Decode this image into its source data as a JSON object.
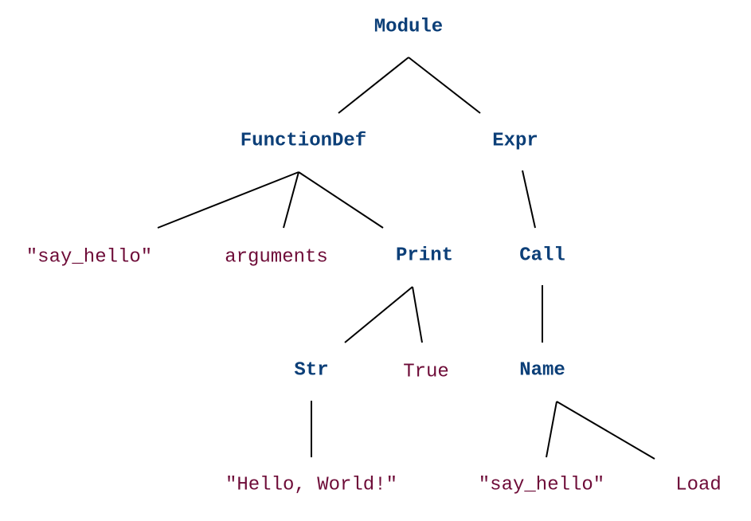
{
  "tree": {
    "nodes": [
      {
        "id": "module",
        "label": "Module",
        "kind": "ast"
      },
      {
        "id": "functiondef",
        "label": "FunctionDef",
        "kind": "ast"
      },
      {
        "id": "expr",
        "label": "Expr",
        "kind": "ast"
      },
      {
        "id": "say-hello-str",
        "label": "\"say_hello\"",
        "kind": "value"
      },
      {
        "id": "arguments",
        "label": "arguments",
        "kind": "value"
      },
      {
        "id": "print",
        "label": "Print",
        "kind": "ast"
      },
      {
        "id": "call",
        "label": "Call",
        "kind": "ast"
      },
      {
        "id": "str",
        "label": "Str",
        "kind": "ast"
      },
      {
        "id": "true",
        "label": "True",
        "kind": "value"
      },
      {
        "id": "name",
        "label": "Name",
        "kind": "ast"
      },
      {
        "id": "hello-world",
        "label": "\"Hello, World!\"",
        "kind": "value"
      },
      {
        "id": "say-hello-id",
        "label": "\"say_hello\"",
        "kind": "value"
      },
      {
        "id": "load",
        "label": "Load",
        "kind": "value"
      }
    ],
    "edges": [
      {
        "from": "module",
        "to": "functiondef"
      },
      {
        "from": "module",
        "to": "expr"
      },
      {
        "from": "functiondef",
        "to": "say-hello-str"
      },
      {
        "from": "functiondef",
        "to": "arguments"
      },
      {
        "from": "functiondef",
        "to": "print"
      },
      {
        "from": "expr",
        "to": "call"
      },
      {
        "from": "print",
        "to": "str"
      },
      {
        "from": "print",
        "to": "true"
      },
      {
        "from": "call",
        "to": "name"
      },
      {
        "from": "str",
        "to": "hello-world"
      },
      {
        "from": "name",
        "to": "say-hello-id"
      },
      {
        "from": "name",
        "to": "load"
      }
    ]
  },
  "colors": {
    "ast_node": "#0c3f78",
    "value_leaf": "#6e0c38",
    "edge": "#000000",
    "background": "#ffffff"
  }
}
